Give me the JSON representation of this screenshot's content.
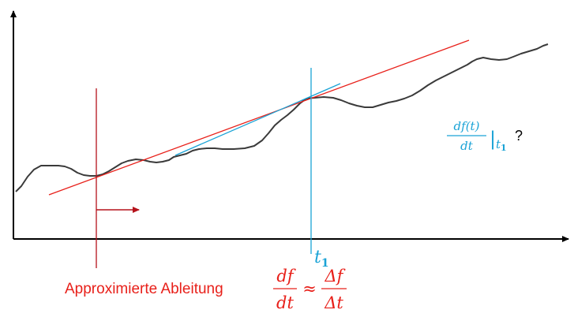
{
  "colors": {
    "axis": "#000000",
    "curve": "#3a3a3a",
    "secant": "#e8201a",
    "tangent": "#1aa3d6",
    "marker": "#b5121b"
  },
  "labels": {
    "approx_text": "Approximierte Ableitung",
    "approx_lhs_num": "df",
    "approx_lhs_den": "dt",
    "approx_symbol": "≈",
    "approx_rhs_num": "Δf",
    "approx_rhs_den": "Δt",
    "t1_main": "t",
    "t1_sub": "1",
    "deriv_num": "df(t)",
    "deriv_den": "dt",
    "deriv_bar": "|",
    "deriv_sub_main": "t",
    "deriv_sub_index": "1",
    "question": "?"
  }
}
